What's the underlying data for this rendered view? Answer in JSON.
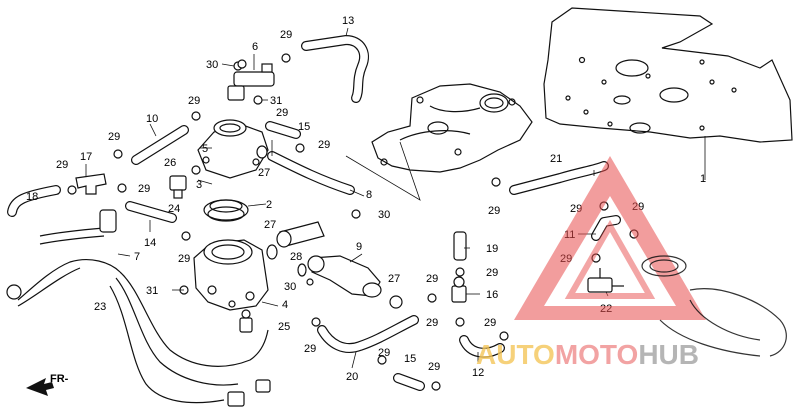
{
  "callouts": [
    {
      "id": "c13a",
      "text": "13"
    },
    {
      "id": "c29a",
      "text": "29"
    },
    {
      "id": "c30a",
      "text": "30"
    },
    {
      "id": "c6",
      "text": "6"
    },
    {
      "id": "c29b",
      "text": "29"
    },
    {
      "id": "c31a",
      "text": "31"
    },
    {
      "id": "c29c",
      "text": "29"
    },
    {
      "id": "c10",
      "text": "10"
    },
    {
      "id": "c15a",
      "text": "15"
    },
    {
      "id": "c29d",
      "text": "29"
    },
    {
      "id": "c5",
      "text": "5"
    },
    {
      "id": "c29e",
      "text": "29"
    },
    {
      "id": "c26",
      "text": "26"
    },
    {
      "id": "c27a",
      "text": "27"
    },
    {
      "id": "c29f",
      "text": "29"
    },
    {
      "id": "c17",
      "text": "17"
    },
    {
      "id": "c3",
      "text": "3"
    },
    {
      "id": "c29g",
      "text": "29"
    },
    {
      "id": "c18",
      "text": "18"
    },
    {
      "id": "c24",
      "text": "24"
    },
    {
      "id": "c2",
      "text": "2"
    },
    {
      "id": "c8",
      "text": "8"
    },
    {
      "id": "c14",
      "text": "14"
    },
    {
      "id": "c30b",
      "text": "30"
    },
    {
      "id": "c27b",
      "text": "27"
    },
    {
      "id": "c7",
      "text": "7"
    },
    {
      "id": "c29h",
      "text": "29"
    },
    {
      "id": "c9",
      "text": "9"
    },
    {
      "id": "c28",
      "text": "28"
    },
    {
      "id": "c1",
      "text": "1"
    },
    {
      "id": "c21",
      "text": "21"
    },
    {
      "id": "c29i",
      "text": "29"
    },
    {
      "id": "c29j",
      "text": "29"
    },
    {
      "id": "c29k",
      "text": "29"
    },
    {
      "id": "c11",
      "text": "11"
    },
    {
      "id": "c19",
      "text": "19"
    },
    {
      "id": "c29l",
      "text": "29"
    },
    {
      "id": "c29m",
      "text": "29"
    },
    {
      "id": "c27c",
      "text": "27"
    },
    {
      "id": "c29n",
      "text": "29"
    },
    {
      "id": "c16",
      "text": "16"
    },
    {
      "id": "c31b",
      "text": "31"
    },
    {
      "id": "c30c",
      "text": "30"
    },
    {
      "id": "c4",
      "text": "4"
    },
    {
      "id": "c23",
      "text": "23"
    },
    {
      "id": "c25",
      "text": "25"
    },
    {
      "id": "c22",
      "text": "22"
    },
    {
      "id": "c29o",
      "text": "29"
    },
    {
      "id": "c29p",
      "text": "29"
    },
    {
      "id": "c29q",
      "text": "29"
    },
    {
      "id": "c29r",
      "text": "29"
    },
    {
      "id": "c20",
      "text": "20"
    },
    {
      "id": "c15b",
      "text": "15"
    },
    {
      "id": "c12",
      "text": "12"
    },
    {
      "id": "c29s",
      "text": "29"
    }
  ],
  "watermark": {
    "part1": "AUTO",
    "part2": "MOTO",
    "part3": "HUB",
    "colors": {
      "auto": "#f4c65a",
      "moto": "#ef8d8d",
      "hub": "#a9a9a9",
      "triangle": "#e74c4c"
    }
  },
  "direction_label": "FR-"
}
